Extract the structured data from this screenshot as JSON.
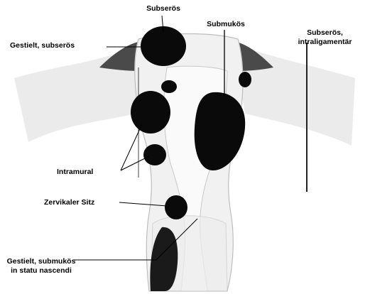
{
  "labels": {
    "subseroes": "Subserös",
    "submukoes": "Submukös",
    "gestielt_subseroes": "Gestielt, subserös",
    "subseroes_intraligamentaer_line1": "Subserös,",
    "subseroes_intraligamentaer_line2": "intraligamentär",
    "intramural": "Intramural",
    "zervikaler_sitz": "Zervikaler Sitz",
    "gestielt_submukoes_line1": "Gestielt, submukös",
    "gestielt_submukoes_line2": "in statu nascendi"
  },
  "colors": {
    "background": "#ffffff",
    "uterus_fill": "#f1f1f1",
    "uterus_outline": "#bdbdbd",
    "myoma_fill": "#0a0a0a",
    "ligament_dark": "#4a4a4a",
    "leader_line": "#000000"
  }
}
